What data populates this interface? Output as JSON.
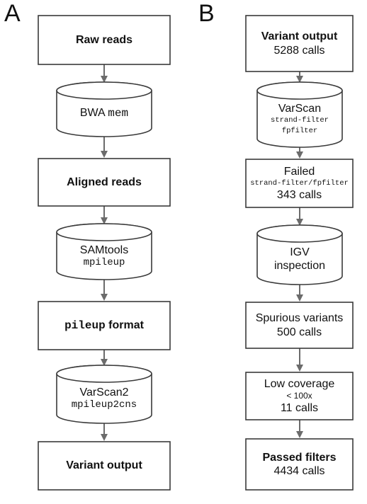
{
  "panels": {
    "a": {
      "letter": "A",
      "steps": {
        "raw_reads": "Raw reads",
        "bwa": {
          "name": "BWA",
          "cmd": "mem"
        },
        "aligned_reads": "Aligned reads",
        "samtools": {
          "name": "SAMtools",
          "cmd": "mpileup"
        },
        "pileup": {
          "code": "pileup",
          "rest": "format"
        },
        "varscan2": {
          "name": "VarScan2",
          "cmd": "mpileup2cns"
        },
        "variant_output": "Variant output"
      }
    },
    "b": {
      "letter": "B",
      "steps": {
        "variant_output": {
          "title": "Variant output",
          "calls": "5288 calls"
        },
        "varscan": {
          "name": "VarScan",
          "cmd1": "strand-filter",
          "cmd2": "fpfilter"
        },
        "failed": {
          "title": "Failed",
          "cmd": "strand-filter/fpfilter",
          "calls": "343 calls"
        },
        "igv": {
          "line1": "IGV",
          "line2": "inspection"
        },
        "spurious": {
          "title": "Spurious variants",
          "calls": "500 calls"
        },
        "low_coverage": {
          "title": "Low coverage",
          "threshold": "< 100x",
          "calls": "11 calls"
        },
        "passed": {
          "title": "Passed filters",
          "calls": "4434 calls"
        }
      }
    }
  },
  "colors": {
    "stroke": "#3a3a3a",
    "arrow": "#6b6b6b",
    "fill": "#ffffff"
  }
}
